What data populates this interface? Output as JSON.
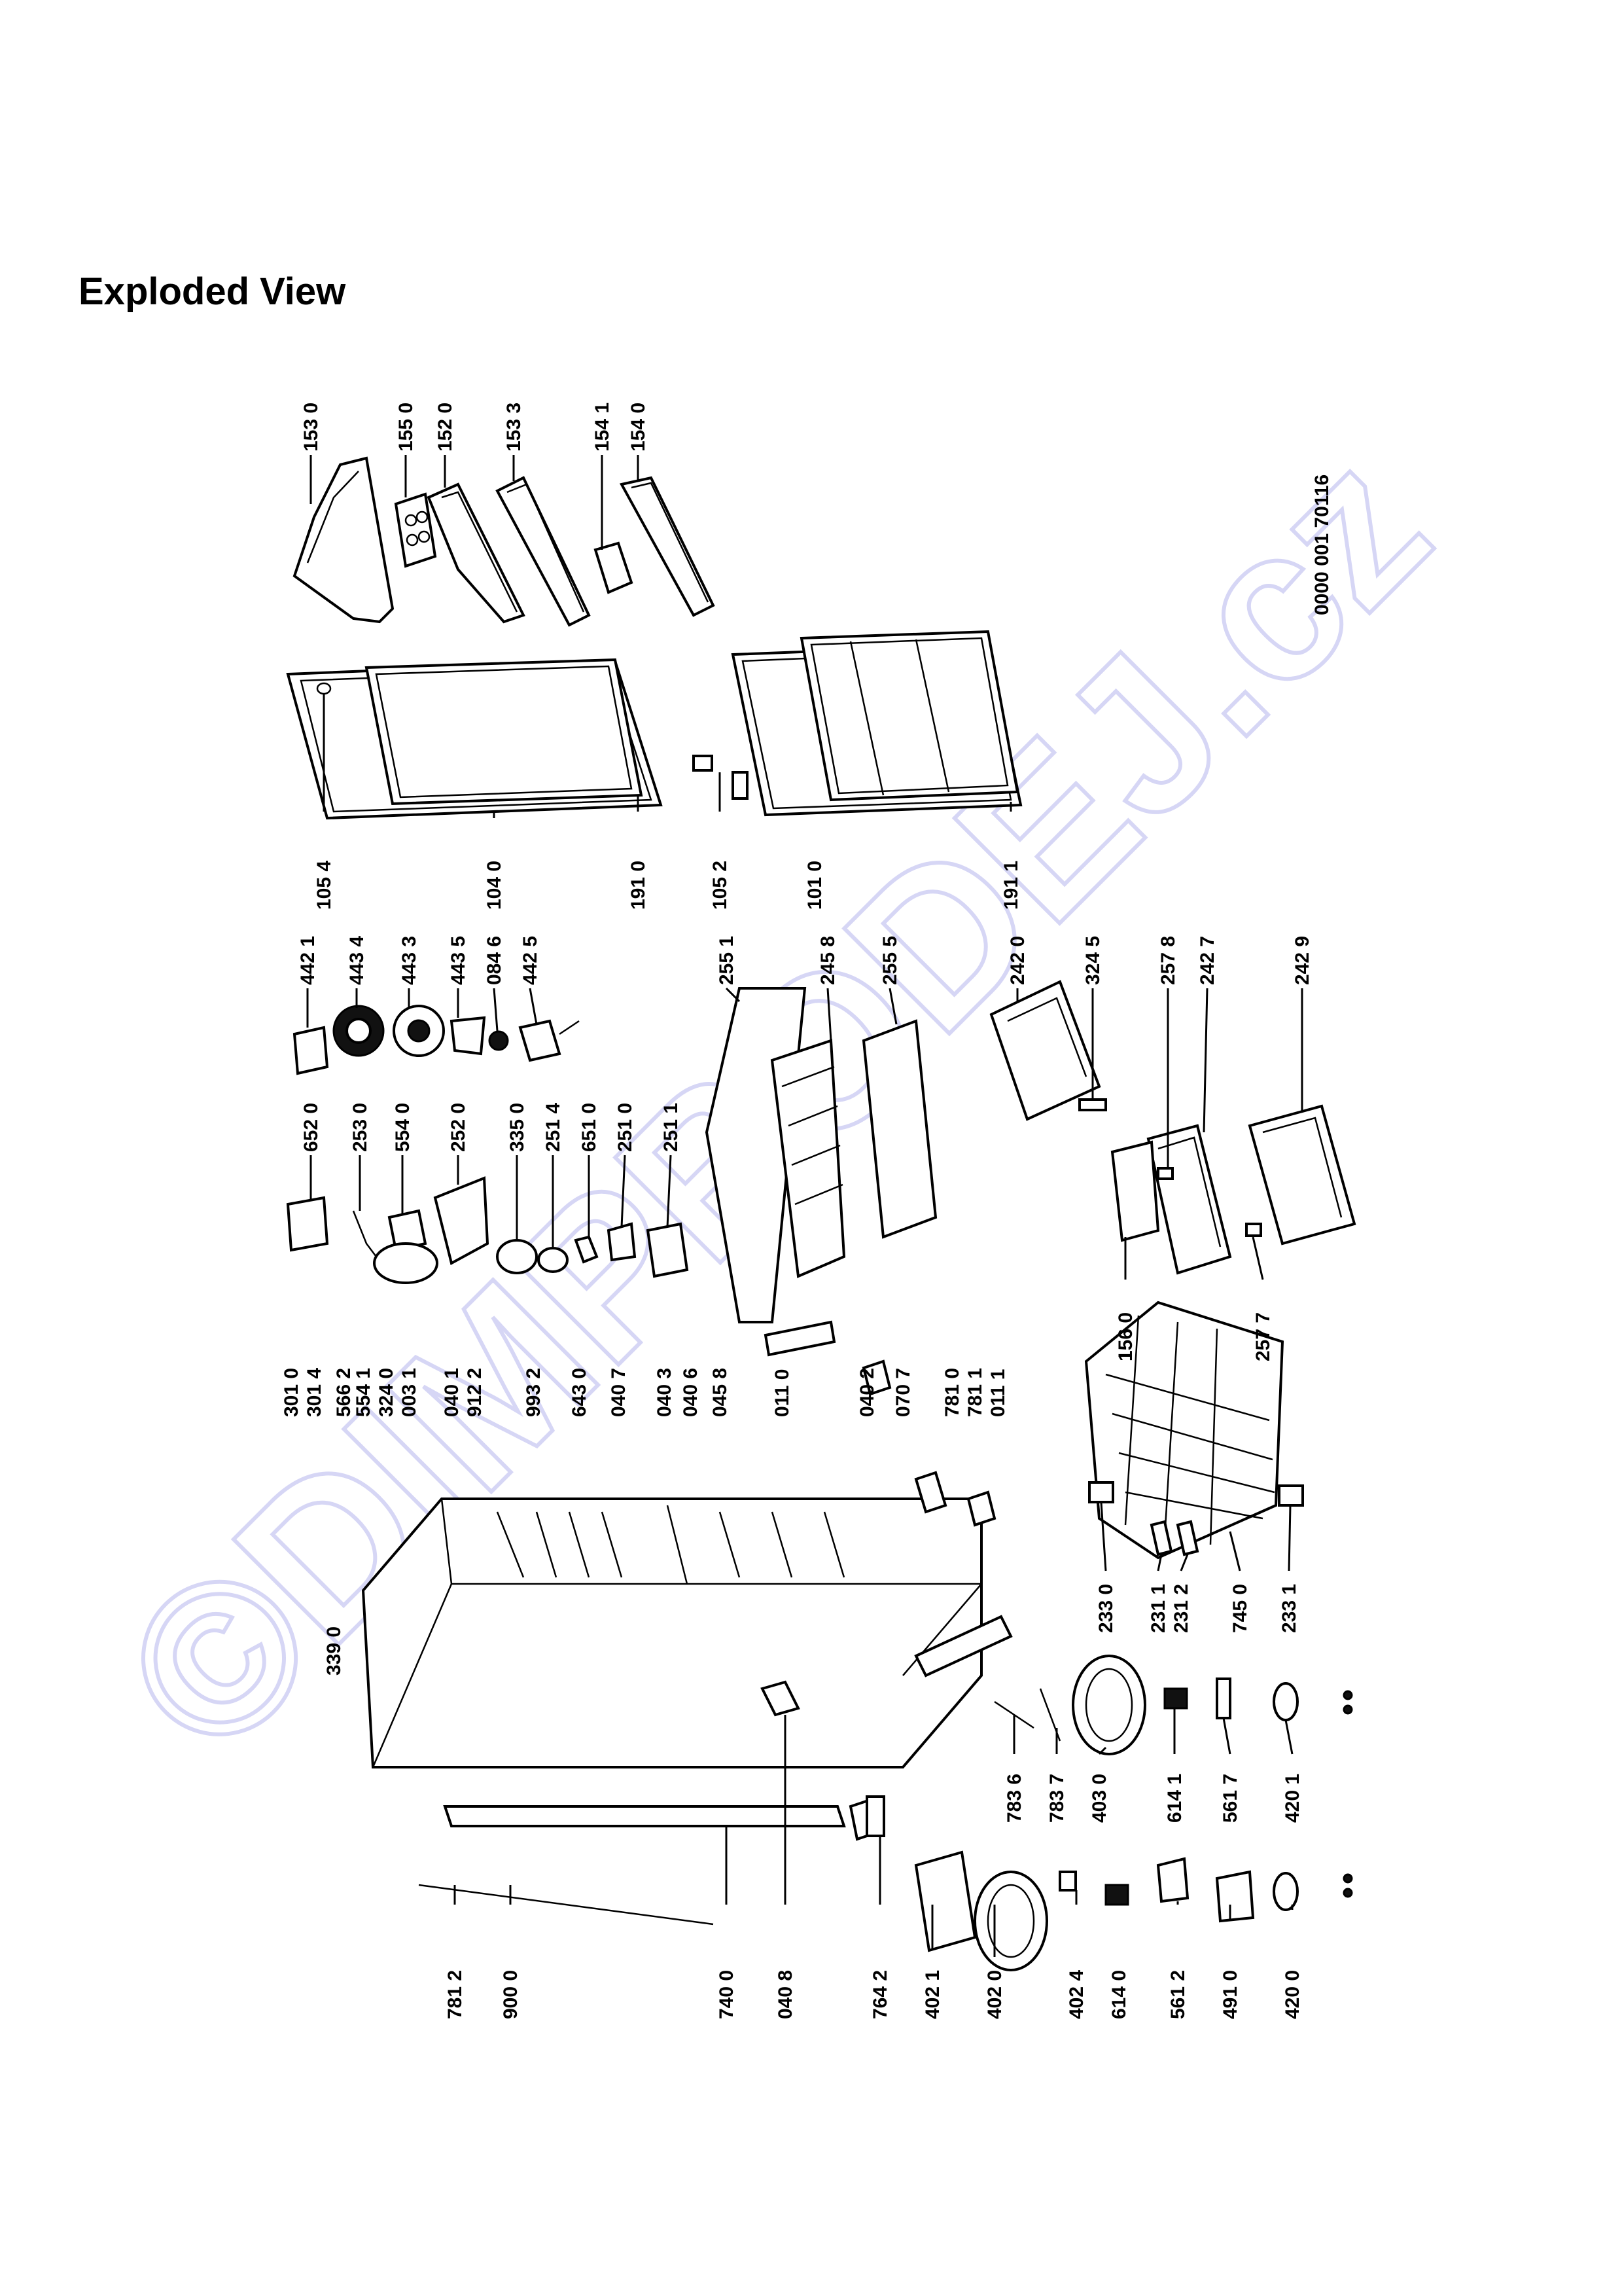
{
  "page": {
    "title": "Exploded View"
  },
  "watermark": {
    "text": "©DIMPRODEJ.cz",
    "color": "#d2d2f4"
  },
  "diagram": {
    "document_code": "0000 001 70116",
    "labels": {
      "p1530": "153 0",
      "p1550": "155 0",
      "p1520": "152 0",
      "p1533": "153 3",
      "p1541": "154 1",
      "p1540": "154 0",
      "p1054": "105 4",
      "p1040": "104 0",
      "p1910": "191 0",
      "p1052": "105 2",
      "p1010": "101 0",
      "p1911": "191 1",
      "p4421": "442 1",
      "p4434": "443 4",
      "p4433": "443 3",
      "p4435": "443 5",
      "p0846": "084 6",
      "p4425": "442 5",
      "p2551": "255 1",
      "p2458": "245 8",
      "p2555": "255 5",
      "p2420": "242 0",
      "p3245": "324 5",
      "p2578": "257 8",
      "p2427": "242 7",
      "p2429": "242 9",
      "p6520": "652 0",
      "p2530": "253 0",
      "p5540": "554 0",
      "p2520": "252 0",
      "p3350": "335 0",
      "p2514": "251 4",
      "p6510": "651 0",
      "p2510": "251 0",
      "p2511": "251 1",
      "p1560": "156 0",
      "p2577": "257 7",
      "p3010": "301 0",
      "p3014": "301 4",
      "p5662": "566 2",
      "p5541": "554 1",
      "p3240": "324 0",
      "p0031": "003 1",
      "p0401": "040 1",
      "p9122": "912 2",
      "p9932": "993 2",
      "p6430": "643 0",
      "p0407": "040 7",
      "p0403": "040 3",
      "p0406": "040 6",
      "p0458": "045 8",
      "p0110": "011 0",
      "p0402": "040 2",
      "p0707": "070 7",
      "p7810": "781 0",
      "p7811": "781 1",
      "p0111": "011 1",
      "p3390": "339 0",
      "p2330": "233 0",
      "p2311": "231 1",
      "p2312": "231 2",
      "p7450": "745 0",
      "p2331": "233 1",
      "p7836": "783 6",
      "p7837": "783 7",
      "p4030": "403 0",
      "p6141": "614 1",
      "p5617": "561 7",
      "p4201": "420 1",
      "p7812": "781 2",
      "p9000": "900 0",
      "p7400": "740 0",
      "p0408": "040 8",
      "p7642": "764 2",
      "p4021": "402 1",
      "p4020": "402 0",
      "p4024": "402 4",
      "p6140": "614 0",
      "p5612": "561 2",
      "p4910": "491 0",
      "p4200": "420 0"
    }
  }
}
